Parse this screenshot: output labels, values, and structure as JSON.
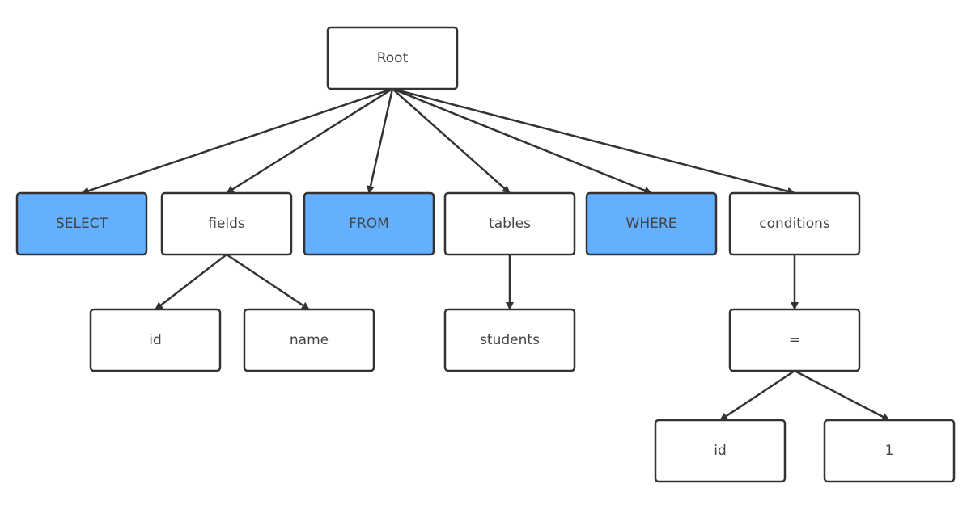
{
  "colors": {
    "keyword_fill": "#64b0ff",
    "default_fill": "#ffffff",
    "stroke": "#333333",
    "text": "#444444"
  },
  "nodes": [
    {
      "id": "root",
      "label": "Root",
      "keyword": false
    },
    {
      "id": "select",
      "label": "SELECT",
      "keyword": true
    },
    {
      "id": "fields",
      "label": "fields",
      "keyword": false
    },
    {
      "id": "from",
      "label": "FROM",
      "keyword": true
    },
    {
      "id": "tables",
      "label": "tables",
      "keyword": false
    },
    {
      "id": "where",
      "label": "WHERE",
      "keyword": true
    },
    {
      "id": "conditions",
      "label": "conditions",
      "keyword": false
    },
    {
      "id": "field-id",
      "label": "id",
      "keyword": false
    },
    {
      "id": "field-name",
      "label": "name",
      "keyword": false
    },
    {
      "id": "students",
      "label": "students",
      "keyword": false
    },
    {
      "id": "equals",
      "label": "=",
      "keyword": false
    },
    {
      "id": "cond-id",
      "label": "id",
      "keyword": false
    },
    {
      "id": "cond-value",
      "label": "1",
      "keyword": false
    }
  ],
  "edges": [
    {
      "from": "root",
      "to": "select"
    },
    {
      "from": "root",
      "to": "fields"
    },
    {
      "from": "root",
      "to": "from"
    },
    {
      "from": "root",
      "to": "tables"
    },
    {
      "from": "root",
      "to": "where"
    },
    {
      "from": "root",
      "to": "conditions"
    },
    {
      "from": "fields",
      "to": "field-id"
    },
    {
      "from": "fields",
      "to": "field-name"
    },
    {
      "from": "tables",
      "to": "students"
    },
    {
      "from": "conditions",
      "to": "equals"
    },
    {
      "from": "equals",
      "to": "cond-id"
    },
    {
      "from": "equals",
      "to": "cond-value"
    }
  ]
}
